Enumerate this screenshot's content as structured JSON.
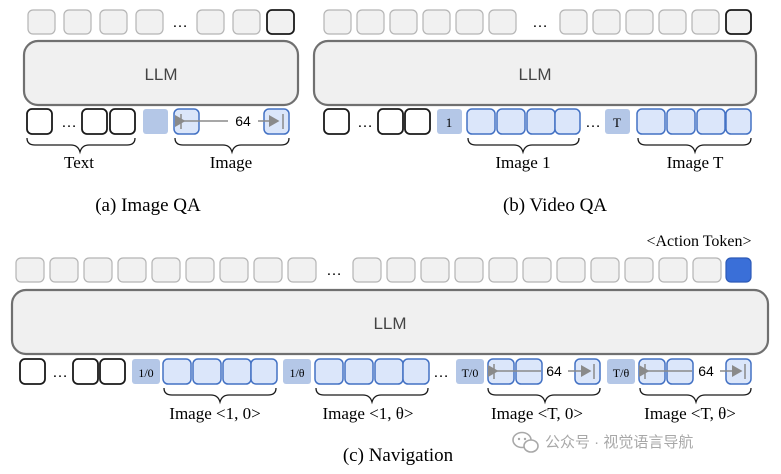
{
  "panels": {
    "a": {
      "caption": "(a) Image QA",
      "llm": "LLM",
      "text_label": "Text",
      "image_label": "Image",
      "count": "64"
    },
    "b": {
      "caption": "(b) Video QA",
      "llm": "LLM",
      "tag_first": "1",
      "tag_last": "T",
      "image_first": "Image 1",
      "image_last": "Image T"
    },
    "c": {
      "caption": "(c) Navigation",
      "llm": "LLM",
      "action_token": "<Action Token>",
      "tags": [
        "1/0",
        "1/θ",
        "T/0",
        "T/θ"
      ],
      "image_labels": [
        "Image <1, 0>",
        "Image <1, θ>",
        "Image <T, 0>",
        "Image <T, θ>"
      ],
      "count_1": "64",
      "count_2": "64"
    }
  },
  "ellipsis": "…",
  "watermark": {
    "text": "公众号 · 视觉语言导航"
  },
  "colors": {
    "token_fill": "#f1f1f1",
    "token_stroke": "#b5b5b5",
    "image_token_fill": "#dbe6fa",
    "image_token_stroke": "#4472c4",
    "tag_fill": "#b4c7e7",
    "action_fill": "#3a6fd8",
    "llm_fill": "#f0f0f0",
    "llm_stroke": "#707070"
  }
}
